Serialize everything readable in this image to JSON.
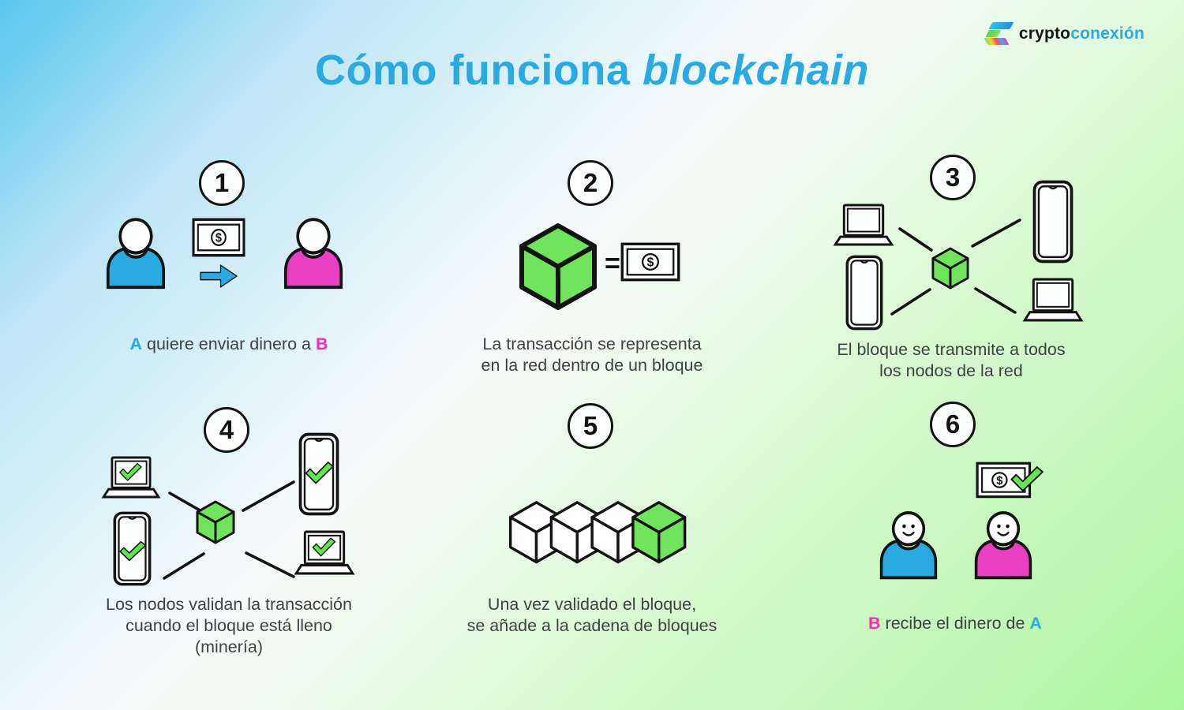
{
  "logo": {
    "name_black": "crypto",
    "name_blue": "conexión"
  },
  "title": {
    "normal": "Cómo funciona",
    "italic": "blockchain"
  },
  "money_symbol": "$",
  "equals_sign": "=",
  "colors": {
    "accent_blue": "#29ABE2",
    "accent_pink": "#F52FB2",
    "shirt_pink": "#EA3EC3",
    "block_green": "#6FE35C",
    "check_green": "#5FE84E",
    "outline": "#131313",
    "caption_text": "#3F4245",
    "bg_top_left": "#58C6EE",
    "bg_center": "#F8FBFB",
    "bg_bottom_right": "#AAF89E"
  },
  "steps": [
    {
      "number": "1",
      "caption": {
        "lead": "A",
        "middle": " quiere enviar dinero a ",
        "trail": "B"
      },
      "icons": [
        "person-sender-icon",
        "money-bill-icon",
        "arrow-right-icon",
        "person-receiver-icon"
      ]
    },
    {
      "number": "2",
      "caption_lines": [
        "La transacción se representa",
        "en la red dentro de un bloque"
      ],
      "icons": [
        "block-cube-icon",
        "equals-sign",
        "money-bill-icon"
      ]
    },
    {
      "number": "3",
      "caption_lines": [
        "El bloque se transmite a todos",
        "los nodos de la red"
      ],
      "icons": [
        "laptop-icon",
        "phone-icon",
        "block-cube-icon",
        "phone-icon",
        "laptop-icon",
        "network-lines"
      ]
    },
    {
      "number": "4",
      "caption_lines": [
        "Los nodos validan la transacción",
        "cuando el bloque está lleno",
        "(minería)"
      ],
      "icons": [
        "laptop-check-icon",
        "phone-check-icon",
        "block-cube-icon",
        "phone-check-icon",
        "laptop-check-icon",
        "network-lines"
      ]
    },
    {
      "number": "5",
      "caption_lines": [
        "Una vez validado el bloque,",
        "se añade a la cadena de bloques"
      ],
      "icons": [
        "blockchain-cubes-icon"
      ]
    },
    {
      "number": "6",
      "caption": {
        "lead": "B",
        "middle": " recibe el dinero de ",
        "trail": "A"
      },
      "icons": [
        "money-bill-check-icon",
        "person-sender-happy-icon",
        "person-receiver-happy-icon"
      ]
    }
  ]
}
